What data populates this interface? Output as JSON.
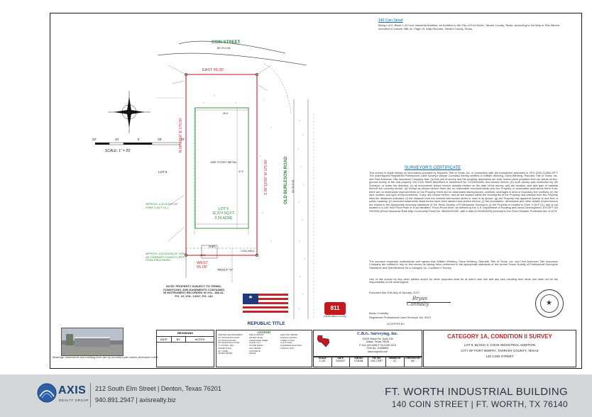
{
  "survey": {
    "address_heading": "140 Coin Street",
    "legal_description": "Being Lot 9, Block 2 of Cook Industrial Addition, an Addition to the City of Fort Worth, Tarrant County, Texas, according to the Map or Plat thereof recorded in Volume 388-41, Page 19, Map Records, Tarrant County, Texas.",
    "certificate_title": "SURVEYOR'S CERTIFICATE",
    "certificate_para1": "This survey is made relying on information provided by Republic Title of Texas, Inc. in connection with the transaction described in GF# 1003-211850-RTT. The undersigned Registered Professional Land Surveyor (Bryan Connally) hereby certifies to William Winberg, Dana Winberg, Republic Title of Texas, Inc. and First American Title Insurance Company that: (a) this plat of survey and the property description set forth hereon were prepared from an actual on-the-ground survey of the real property 140 Coin Street described in Instrument No. D215204069, and shown hereon; (b) such survey was conducted by the Surveyor, or under his direction; (c) all monuments shown hereon actually existed on the date of the survey, and the location, size and type of material thereof are correctly shown; (d) except as shown hereon there are no observable encroachments onto the Property or observable protrusions there from, there are no observable improvements on the Property, there are no observable discrepancies, conflicts, shortages in area or boundary line conflicts; (e) the size, location and type of improvements, if any, are shown hereon, and all are located within the boundaries of the Property and setback from the Property lines the distances indicated; (f) the distance from the nearest intersection street or road is as shown; (g) the Property has apparent access to and from a public roadway; (h) recorded easements listed herein have been labeled and plotted hereon; (i) the boundaries, dimensions and other details shown hereon are shown to the appropriate accuracy standards of the Texas Society of Professional Surveyors; (j) the Property is located in Zone X (N.F.I.A.) and is not located in a 100 Year Flood Plain or in an identified \"Flood Prone Area\" as defined by the U.S. Department of Housing and Urban Development, EXCEPT AS SHOWN (Flood Insurance Rate Map Community Panel No. 48439C0430K, with a date of 09/25/2009) pursuant to the Flood Disaster Protection Act of 1973.",
    "certificate_para2": "The surveyor expressly understands and agrees that William Winberg, Dana Winberg, Republic Title of Texas, Inc. and First American Title Insurance Company are entitled to rely on this survey as having been performed to the appropriate standards of the current Texas Society of Professional Surveyors Standards and Specifications for a Category 1A, Condition II Survey.",
    "certificate_para3": "Use of this survey by any other parties and/or for other purposes shall be at user's own risk and any loss resulting from other use shall not be the responsibility of the undersigned.",
    "executed": "Executed this 20th day of January, 2017.",
    "surveyor_name": "Bryan Connally",
    "surveyor_title": "Registered Professional Land Surveyor No. 5513",
    "accepted_by": "ACCEPTED BY:",
    "street_name": "COIN STREET",
    "street_row": "50' R.O.W.",
    "road_name": "OLD BURLESON ROAD",
    "road_row": "50' R.O.W.",
    "east_label": "EAST",
    "east_dim": "65.00'",
    "west_label": "WEST",
    "west_dim": "65.00'",
    "bearing_left": "N 00°16'00\" E   175.00'",
    "bearing_right": "S 00°16'00\" W   175.00'",
    "building_label": "ONE STORY METAL",
    "lot_label": "LOT 9",
    "lot_area": "11,374 SQ.FT.",
    "lot_acres": "0.26 ACRE",
    "lot8": "LOT 8",
    "tract": "TRACT \"A\"",
    "scale_label": "SCALE: 1\" = 20'",
    "scale_ticks": [
      "20'",
      "10'",
      "0",
      "20'",
      "40'"
    ],
    "zone_note1": "APPROX. LOCATION OF ZONE X (N.F.I.A.)",
    "zone_note2": "APPROX. LOCATION OF ZONE AE (TARRANT COUNTY) PER FEMA FIRM PANEL",
    "cross_note": "NOTE: PROPERTY SUBJECT TO TERMS, CONDITIONS, AND EASEMENTS CONTAINED IN INSTRUMENT RECORDED IN VOL. 388-41, PG. 19, VOL. 13207, PG. 140",
    "bottom_note": "Bearings, easements and building lines are by recorded plat unless otherwise noted.",
    "shed": "SHED",
    "dim_47": "47.0'",
    "dim_46": "46.0'",
    "dim_25": "25.0'",
    "coal_wall": "COAL WALL"
  },
  "revisions": {
    "title": "REVISIONS",
    "cols": [
      "DATE",
      "BY",
      "NOTES"
    ]
  },
  "legend": {
    "title": "LEGEND",
    "items": [
      "CENTERLINE MONUMENT",
      "1/2\" IRON ROD FOUND",
      "1/2\" IRON ROD SET",
      "5/8\" IRON ROD FOUND",
      "\"X\" FOUND / SET",
      "POWER POLE",
      "GUY WIRE",
      "WATER METER",
      "FIRE HYDRANT",
      "WATER VALVE",
      "TELEPHONE RISER",
      "CLEAN OUT",
      "STORM DRAIN",
      "GAS METER",
      "CONCRETE",
      "FENCE",
      "ELECTRIC METER",
      "ASPHALT PAVING",
      "CABLE TV BOX",
      "LIGHT POLE",
      "OVERHEAD ELECTRIC",
      "TRAFFIC SIGN"
    ]
  },
  "republic": {
    "name": "REPUBLIC TITLE"
  },
  "texas811": {
    "label": "Call 811 Before You Dig"
  },
  "company": {
    "name": "C.B.G. Surveying, Inc.",
    "address": "12025 Shiloh Rd. Suite 230",
    "city": "Dallas, Texas 75228",
    "phone": "P 214.349.9485  F 214.349.2216",
    "firm": "Firm No. 10168800",
    "web": "www.cbgtxllc.com"
  },
  "title_block": {
    "category": "CATEGORY 1A, CONDITION II SURVEY",
    "lot": "LOT 9, BLOCK 2, COOK INDUSTRIAL ADDITION",
    "city": "CITY OF FORT WORTH, TARRANT COUNTY, TEXAS",
    "street": "140 COIN STREET",
    "cols": [
      "SCALE",
      "DATE",
      "JOB NO.",
      "F.B. NO.",
      "DRAWN BY",
      "CHECKED BY"
    ],
    "vals": [
      "1\"=20'",
      "01/20/17",
      "1700284",
      "DOC CERT",
      "CC",
      "MC"
    ]
  },
  "footer": {
    "brand": "AXIS",
    "brand_sub": "REALTY GROUP",
    "address": "212 South Elm Street | Denton, Texas 76201",
    "contact": "940.891.2947 | axisrealty.biz",
    "title1": "FT. WORTH INDUSTRIAL BUILDING",
    "title2": "140 COIN STREET | FT. WORTH, TX 76140"
  }
}
